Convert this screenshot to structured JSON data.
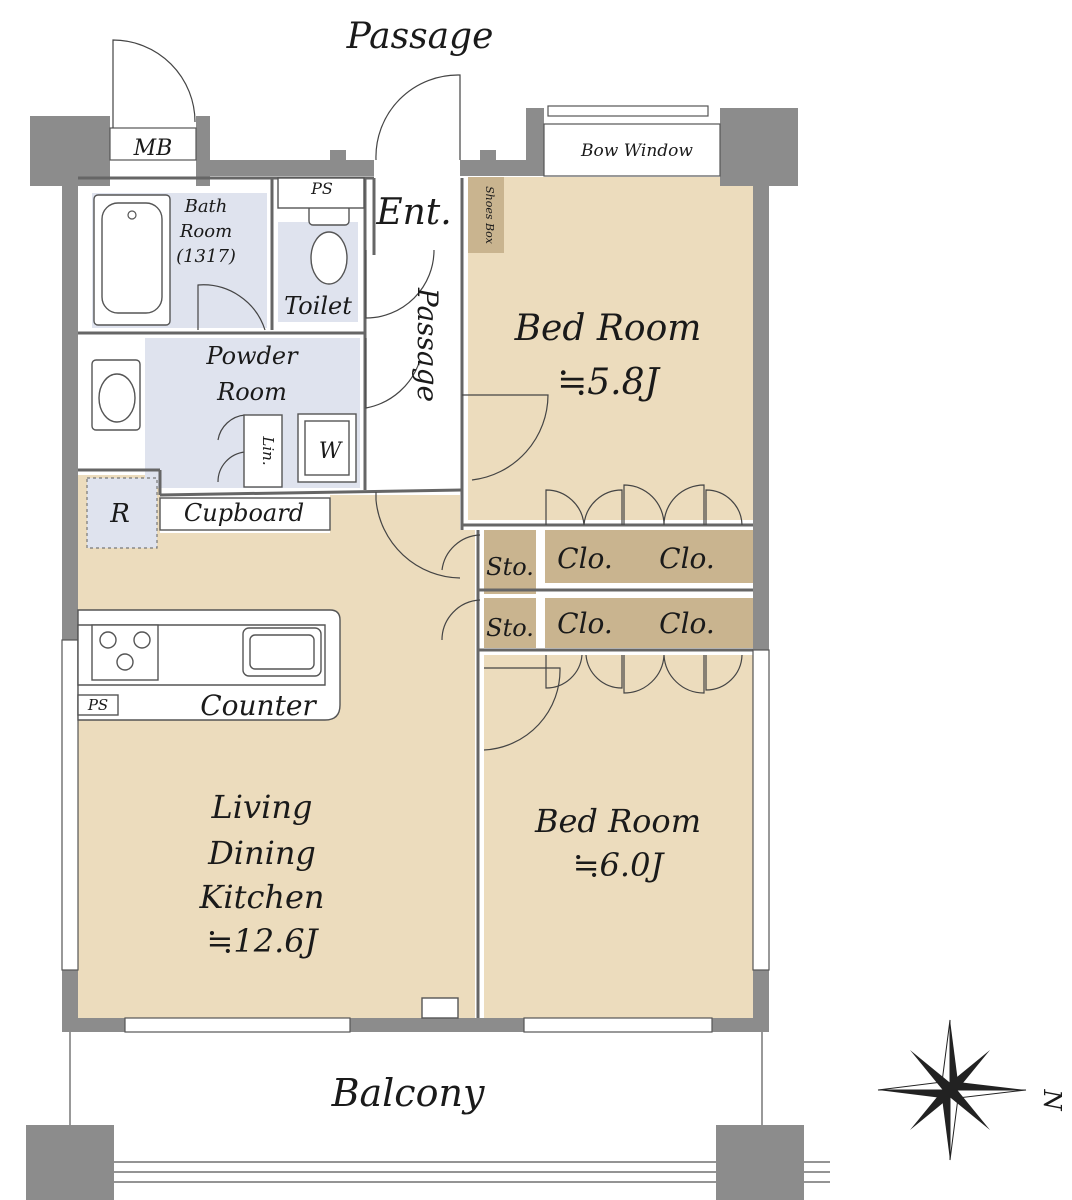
{
  "labels": {
    "passage_top": "Passage",
    "mb": "MB",
    "bow_window": "Bow Window",
    "ps_top": "PS",
    "entrance": "Ent.",
    "shoes_box": "Shoes Box",
    "bath_line1": "Bath",
    "bath_line2": "Room",
    "bath_line3": "(1317)",
    "toilet": "Toilet",
    "passage_inner": "Passage",
    "bed1_name": "Bed Room",
    "bed1_size": "≒5.8J",
    "powder_line1": "Powder",
    "powder_line2": "Room",
    "linen": "Lin.",
    "washer": "W",
    "fridge": "R",
    "cupboard": "Cupboard",
    "storage_upper": "Sto.",
    "storage_lower": "Sto.",
    "closet_1": "Clo.",
    "closet_2": "Clo.",
    "closet_3": "Clo.",
    "closet_4": "Clo.",
    "ps_kitchen": "PS",
    "counter": "Counter",
    "ldk_line1": "Living",
    "ldk_line2": "Dining",
    "ldk_line3": "Kitchen",
    "ldk_size": "≒12.6J",
    "bed2_name": "Bed Room",
    "bed2_size": "≒6.0J",
    "balcony": "Balcony",
    "north": "N"
  },
  "colors": {
    "wood_floor": "#ecdcbd",
    "wet_area": "#dfe3ee",
    "storage": "#c9b48f",
    "wall": "#8c8c8c"
  }
}
